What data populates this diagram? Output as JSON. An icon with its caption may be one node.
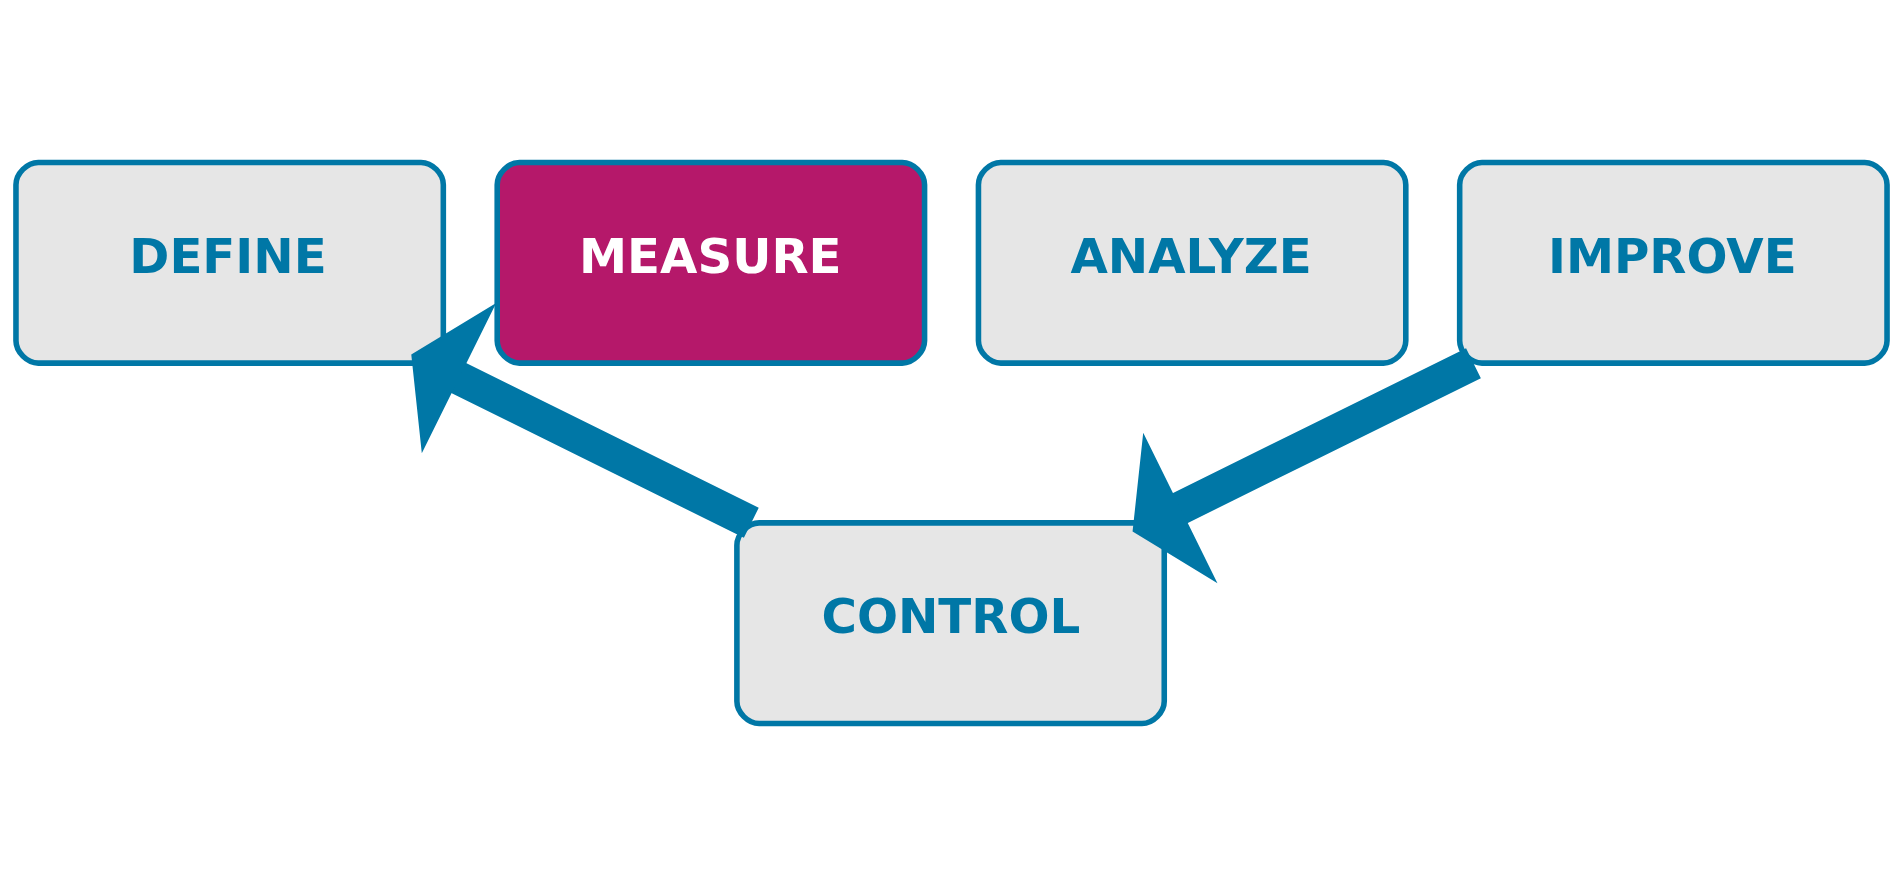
{
  "diagram": {
    "nodes": [
      {
        "text": [
          "DEFINE"
        ]
      },
      {
        "text": [
          "MEASURE"
        ]
      },
      {
        "text": [
          "ANALYZE"
        ]
      },
      {
        "text": [
          "IMPROVE"
        ]
      },
      {
        "text": [
          "CONTROL"
        ]
      }
    ],
    "edges": [
      {
        "from": 3,
        "to": 4,
        "arrow": "to"
      },
      {
        "from": 4,
        "to": 0,
        "arrow": "to"
      }
    ]
  }
}
